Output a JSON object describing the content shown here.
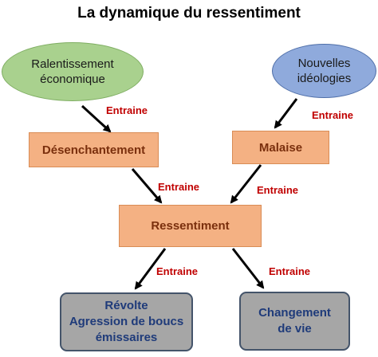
{
  "title": "La dynamique du ressentiment",
  "nodes": {
    "ralentissement": {
      "line1": "Ralentissement",
      "line2": "économique",
      "color": "#a9d18e"
    },
    "nouvelles": {
      "line1": "Nouvelles",
      "line2": "idéologies",
      "color": "#8faadc"
    },
    "desenchantement": {
      "label": "Désenchantement",
      "color": "#f4b183"
    },
    "malaise": {
      "label": "Malaise",
      "color": "#f4b183"
    },
    "ressentiment": {
      "label": "Ressentiment",
      "color": "#f4b183"
    },
    "revolte": {
      "line1": "Révolte",
      "line2": "Agression de boucs",
      "line3": "émissaires",
      "color": "#a6a6a6"
    },
    "changement": {
      "line1": "Changement",
      "line2": "de vie",
      "color": "#a6a6a6"
    }
  },
  "edges": [
    {
      "from": "ralentissement",
      "to": "desenchantement",
      "label": "Entraine"
    },
    {
      "from": "nouvelles",
      "to": "malaise",
      "label": "Entraine"
    },
    {
      "from": "desenchantement",
      "to": "ressentiment",
      "label": "Entraine"
    },
    {
      "from": "malaise",
      "to": "ressentiment",
      "label": "Entraine"
    },
    {
      "from": "ressentiment",
      "to": "revolte",
      "label": "Entraine"
    },
    {
      "from": "ressentiment",
      "to": "changement",
      "label": "Entraine"
    }
  ],
  "edge_label_color": "#c00000"
}
